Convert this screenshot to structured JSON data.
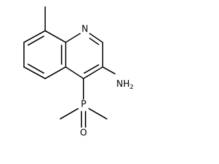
{
  "molecule": {
    "labels": {
      "ring_nitrogen": "N",
      "amine": "NH",
      "amine_subscript": "2",
      "phosphorus": "P",
      "oxygen": "O"
    },
    "colors": {
      "bond": "#000000",
      "label": "#000000",
      "background": "#ffffff"
    }
  }
}
